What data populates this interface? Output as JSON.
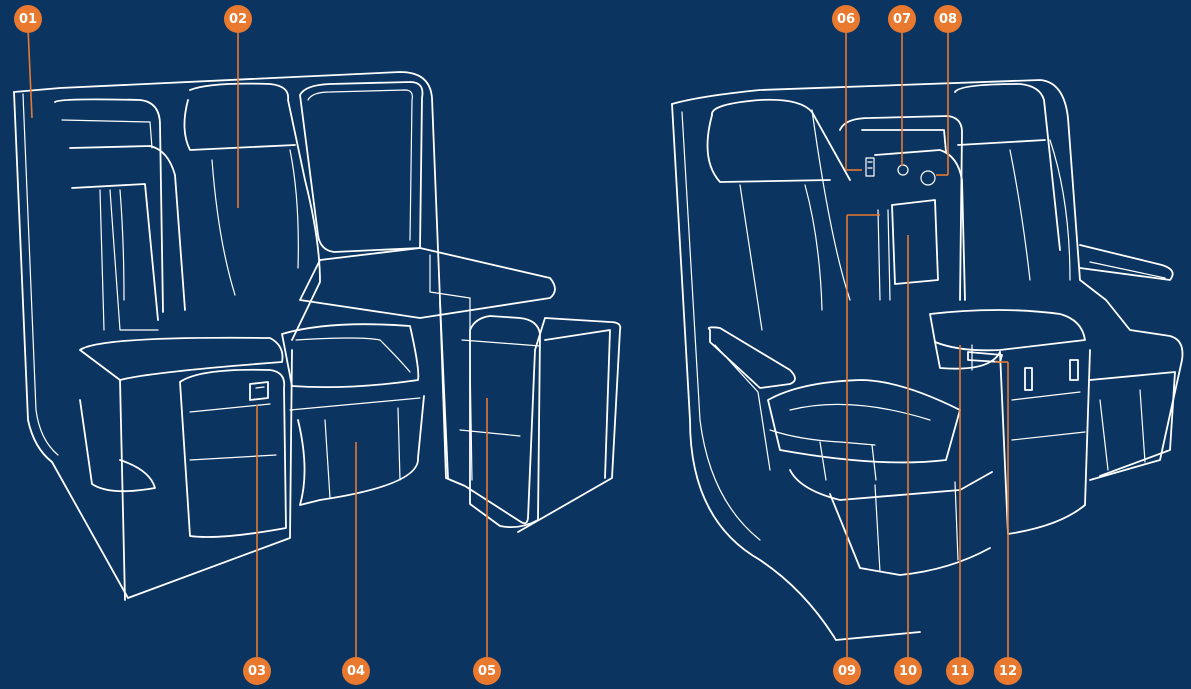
{
  "colors": {
    "background": "#0b3560",
    "line_art": "#ffffff",
    "callout": "#e8792f"
  },
  "callouts": {
    "c01": "01",
    "c02": "02",
    "c03": "03",
    "c04": "04",
    "c05": "05",
    "c06": "06",
    "c07": "07",
    "c08": "08",
    "c09": "09",
    "c10": "10",
    "c11": "11",
    "c12": "12"
  }
}
